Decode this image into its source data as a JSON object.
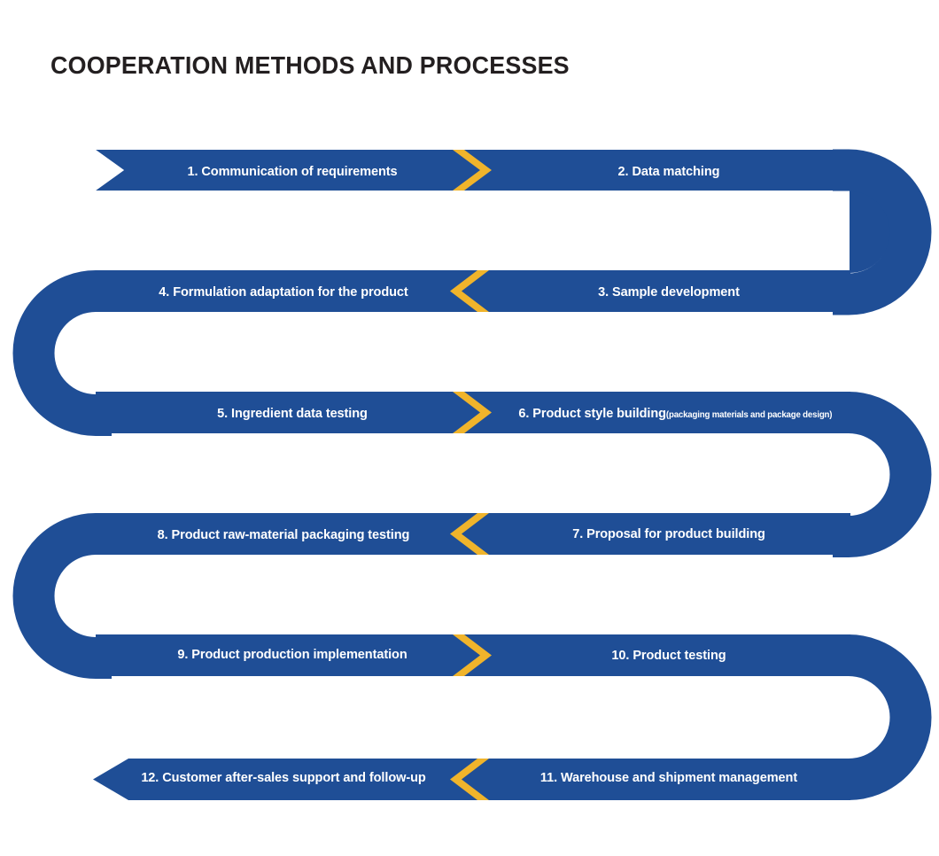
{
  "page": {
    "title": "COOPERATION METHODS AND PROCESSES",
    "background_color": "#ffffff"
  },
  "theme": {
    "band_color": "#1f4e96",
    "accent_color": "#f0b42b",
    "label_color": "#ffffff",
    "title_color": "#231f20"
  },
  "diagram": {
    "type": "serpentine-process-flow",
    "row_count": 6,
    "step_count": 12,
    "direction_note": "Snake flow: row 1 left-to-right, row 2 right-to-left, alternating.",
    "rows": [
      {
        "index": 1,
        "flow": "left-to-right",
        "start_cap": "notched-tail",
        "chevron": "chevron-right-icon",
        "left_step": "1. Communication of requirements",
        "right_step": "2. Data matching"
      },
      {
        "index": 2,
        "flow": "right-to-left",
        "chevron": "chevron-left-icon",
        "left_step": "4. Formulation adaptation for the product",
        "right_step": "3. Sample development"
      },
      {
        "index": 3,
        "flow": "left-to-right",
        "chevron": "chevron-right-icon",
        "left_step": "5. Ingredient data testing",
        "right_step": "6. Product style building",
        "right_step_note": "(packaging materials and package design)"
      },
      {
        "index": 4,
        "flow": "right-to-left",
        "chevron": "chevron-left-icon",
        "left_step": "8. Product raw-material packaging testing",
        "right_step": "7. Proposal for product  building"
      },
      {
        "index": 5,
        "flow": "left-to-right",
        "chevron": "chevron-right-icon",
        "left_step": "9. Product production implementation",
        "right_step": "10. Product testing"
      },
      {
        "index": 6,
        "flow": "right-to-left",
        "end_cap": "arrow-head-left",
        "chevron": "chevron-left-icon",
        "left_step": "12. Customer after-sales support and follow-up",
        "right_step": "11. Warehouse and shipment management"
      }
    ],
    "steps": [
      {
        "number": "1",
        "label": "1. Communication of requirements"
      },
      {
        "number": "2",
        "label": "2. Data matching"
      },
      {
        "number": "3",
        "label": "3. Sample development"
      },
      {
        "number": "4",
        "label": "4. Formulation adaptation for the product"
      },
      {
        "number": "5",
        "label": "5. Ingredient data testing"
      },
      {
        "number": "6",
        "label": "6. Product style building",
        "note": "(packaging materials and package design)"
      },
      {
        "number": "7",
        "label": "7. Proposal for product  building"
      },
      {
        "number": "8",
        "label": "8. Product raw-material packaging testing"
      },
      {
        "number": "9",
        "label": "9. Product production implementation"
      },
      {
        "number": "10",
        "label": "10. Product testing"
      },
      {
        "number": "11",
        "label": "11. Warehouse and shipment management"
      },
      {
        "number": "12",
        "label": "12. Customer after-sales support and follow-up"
      }
    ]
  }
}
